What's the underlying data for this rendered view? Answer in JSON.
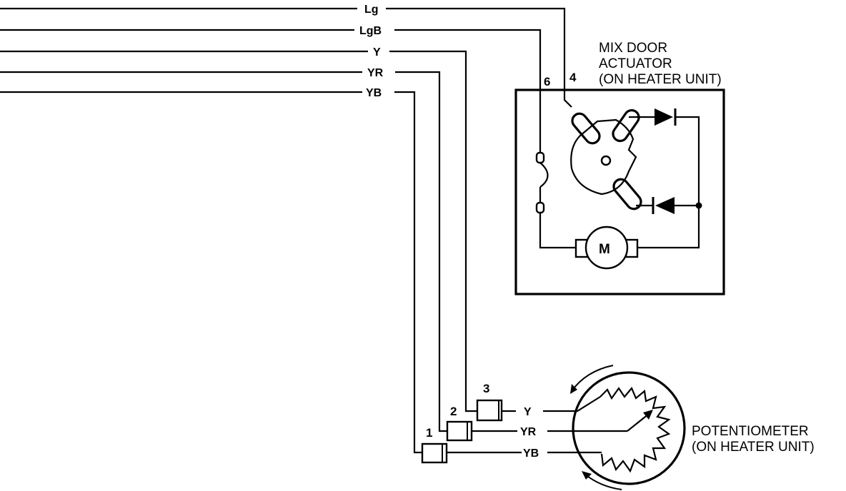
{
  "wire_labels": {
    "lg": "Lg",
    "lgb": "LgB",
    "y": "Y",
    "yr": "YR",
    "yb": "YB"
  },
  "actuator": {
    "title_line1": "MIX DOOR",
    "title_line2": "ACTUATOR",
    "title_line3": "(ON HEATER UNIT)",
    "pin_6": "6",
    "pin_4": "4",
    "motor_label": "M"
  },
  "connectors": {
    "pin_1": "1",
    "pin_2": "2",
    "pin_3": "3"
  },
  "potentiometer": {
    "title_line1": "POTENTIOMETER",
    "title_line2": "(ON HEATER UNIT)",
    "wire_y": "Y",
    "wire_yr": "YR",
    "wire_yb": "YB"
  }
}
